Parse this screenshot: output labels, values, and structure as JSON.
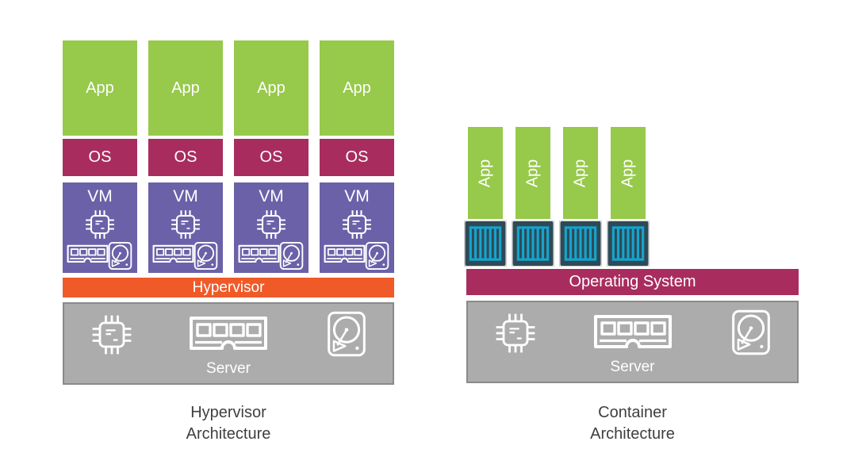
{
  "hypervisor_diagram": {
    "columns": [
      {
        "app": "App",
        "os": "OS",
        "vm": "VM"
      },
      {
        "app": "App",
        "os": "OS",
        "vm": "VM"
      },
      {
        "app": "App",
        "os": "OS",
        "vm": "VM"
      },
      {
        "app": "App",
        "os": "OS",
        "vm": "VM"
      }
    ],
    "hypervisor_bar": "Hypervisor",
    "server": "Server",
    "caption": {
      "line1": "Hypervisor",
      "line2": "Architecture"
    }
  },
  "container_diagram": {
    "stacks": [
      {
        "app": "App"
      },
      {
        "app": "App"
      },
      {
        "app": "App"
      },
      {
        "app": "App"
      }
    ],
    "os_bar": "Operating System",
    "server": "Server",
    "caption": {
      "line1": "Container",
      "line2": "Architecture"
    }
  },
  "icons": {
    "cpu": "cpu-chip-icon",
    "ram": "memory-module-icon",
    "disk": "hard-drive-icon",
    "container": "container-icon"
  },
  "colors": {
    "app_green": "#97C94B",
    "os_magenta": "#A82D5E",
    "vm_purple": "#6B61A8",
    "hypervisor_orange": "#F05A28",
    "server_gray": "#ACACAC",
    "server_border_gray": "#8A8A8A",
    "container_dark": "#2E4A56",
    "container_cyan": "#15A4CD",
    "caption_text": "#3F3F3F",
    "block_text": "#FFFFFF"
  }
}
